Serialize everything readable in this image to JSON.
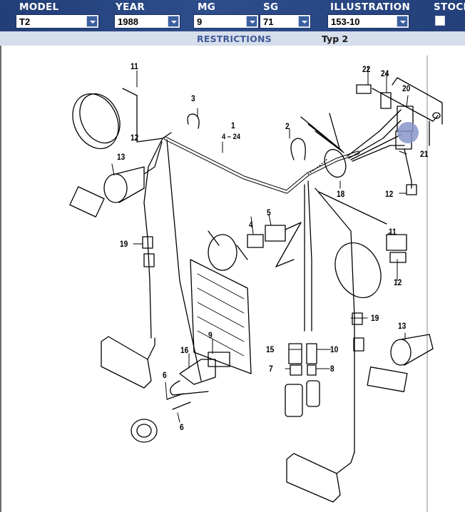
{
  "header": {
    "fields": [
      {
        "label": "MODEL",
        "value": "T2"
      },
      {
        "label": "YEAR",
        "value": "1988"
      },
      {
        "label": "MG",
        "value": "9"
      },
      {
        "label": "SG",
        "value": "71"
      },
      {
        "label": "ILLUSTRATION",
        "value": "153-10"
      }
    ],
    "stock": {
      "label": "STOCK",
      "checked": false
    }
  },
  "strip": {
    "restrictions_label": "RESTRICTIONS",
    "type_text": "Typ 2"
  },
  "diagram": {
    "highlighted_callout": "20",
    "highlight_color": "#8797cc",
    "callouts": {
      "c1": "1",
      "c1range": "4 – 24",
      "c2": "2",
      "c3": "3",
      "c4": "4",
      "c5": "5",
      "c6a": "6",
      "c6b": "6",
      "c7": "7",
      "c8": "8",
      "c9": "9",
      "c10": "10",
      "c11a": "11",
      "c11b": "11",
      "c12a": "12",
      "c12b": "12",
      "c12c": "12",
      "c13a": "13",
      "c13b": "13",
      "c15": "15",
      "c16": "16",
      "c18": "18",
      "c19a": "19",
      "c19b": "19",
      "c20": "20",
      "c21": "21",
      "c22": "22",
      "c24": "24"
    }
  }
}
